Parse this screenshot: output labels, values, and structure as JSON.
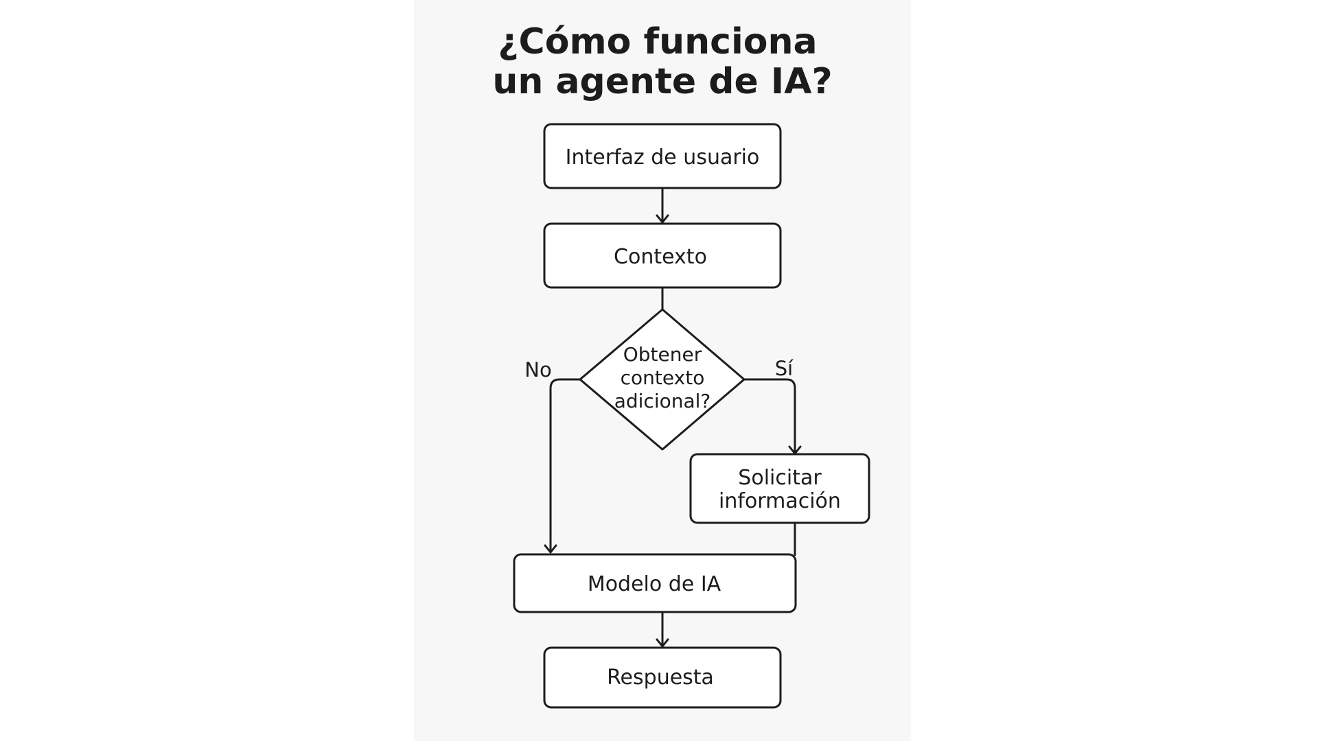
{
  "title": {
    "line1": "¿Cómo funciona",
    "line2": "un agente de IA?"
  },
  "nodes": {
    "user_interface": "Interfaz de usuario",
    "context": "Contexto",
    "decision": {
      "line1": "Obtener",
      "line2": "contexto",
      "line3": "adicional?"
    },
    "request_info": {
      "line1": "Solicitar",
      "line2": "información"
    },
    "ai_model": "Modelo de IA",
    "response": "Respuesta"
  },
  "branches": {
    "no": "No",
    "yes": "Sí"
  }
}
